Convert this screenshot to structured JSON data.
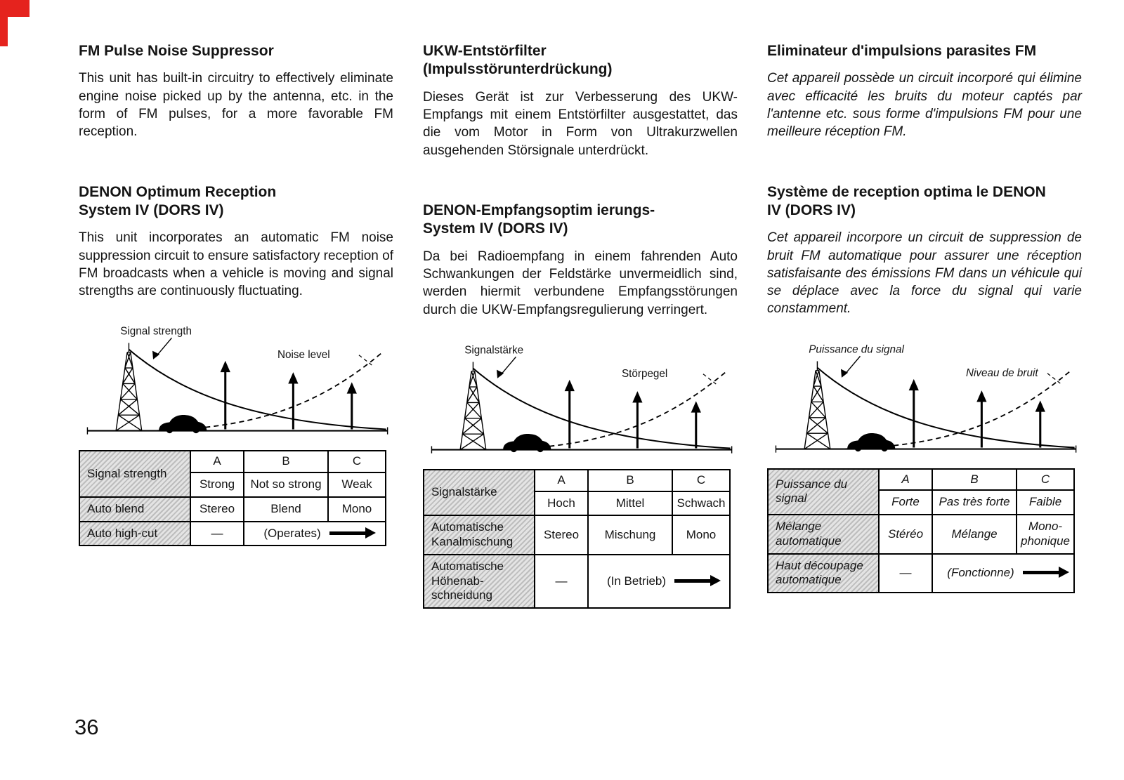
{
  "colors": {
    "accent_red": "#e5231e",
    "table_hatch_gray": "#cfcfcf"
  },
  "page_number": "36",
  "columns": [
    {
      "lang": "english",
      "section1": {
        "title": "FM Pulse Noise Suppressor",
        "body": "This unit has built-in circuitry to effectively eliminate engine noise picked up by the antenna, etc. in the form of FM pulses, for a more favorable FM reception."
      },
      "section2": {
        "title": "DENON Optimum Reception\nSystem IV (DORS IV)",
        "body": "This unit incorporates an automatic FM noise suppression circuit to ensure satisfactory reception of FM broadcasts when a vehicle is moving and signal strengths are continuously fluctuating."
      },
      "diagram": {
        "signal_label": "Signal strength",
        "noise_label": "Noise level"
      },
      "table": {
        "corner_label": "Signal strength",
        "col_headers": [
          "A",
          "B",
          "C"
        ],
        "strength_values": [
          "Strong",
          "Not so strong",
          "Weak"
        ],
        "row2_label": "Auto blend",
        "row2_values": [
          "Stereo",
          "Blend",
          "Mono"
        ],
        "row3_label": "Auto high-cut",
        "row3_dash": "—",
        "row3_value": "(Operates)"
      }
    },
    {
      "lang": "german",
      "section1": {
        "title": "UKW-Entstörfilter\n(Impulsstörunterdrückung)",
        "body": "Dieses Gerät ist zur Verbesserung des UKW-Empfangs mit einem Entstörfilter ausgestattet, das die vom Motor in Form von Ultrakurzwellen ausgehenden Störsignale unterdrückt."
      },
      "section2": {
        "title": "DENON-Empfangsoptim ierungs-\nSystem IV (DORS IV)",
        "body": "Da bei Radioempfang in einem fahrenden Auto Schwankungen der Feldstärke unvermeidlich sind, werden hiermit verbundene Empfangsstörungen durch die UKW-Empfangsregulierung verringert."
      },
      "diagram": {
        "signal_label": "Signalstärke",
        "noise_label": "Störpegel"
      },
      "table": {
        "corner_label": "Signalstärke",
        "col_headers": [
          "A",
          "B",
          "C"
        ],
        "strength_values": [
          "Hoch",
          "Mittel",
          "Schwach"
        ],
        "row2_label": "Automatische\nKanalmischung",
        "row2_values": [
          "Stereo",
          "Mischung",
          "Mono"
        ],
        "row3_label": "Automatische\nHöhenab-\nschneidung",
        "row3_dash": "—",
        "row3_value": "(In Betrieb)"
      }
    },
    {
      "lang": "french",
      "section1": {
        "title": "Eliminateur d'impulsions parasites FM",
        "body": "Cet appareil possède un circuit incorporé qui élimine avec efficacité les bruits du moteur captés par l'antenne etc. sous forme d'impulsions FM pour une meilleure réception FM."
      },
      "section2": {
        "title": "Système de reception optima le DENON\nIV (DORS IV)",
        "body": "Cet appareil incorpore un circuit de suppression de bruit FM automatique pour assurer une réception satisfaisante des émissions FM dans un véhicule qui se déplace avec la force du signal qui varie constamment."
      },
      "diagram": {
        "signal_label": "Puissance du signal",
        "noise_label": "Niveau de bruit"
      },
      "table": {
        "corner_label": "Puissance du\nsignal",
        "col_headers": [
          "A",
          "B",
          "C"
        ],
        "strength_values": [
          "Forte",
          "Pas très forte",
          "Faible"
        ],
        "row2_label": "Mélange\nautomatique",
        "row2_values": [
          "Stéréo",
          "Mélange",
          "Mono-\nphonique"
        ],
        "row3_label": "Haut découpage\nautomatique",
        "row3_dash": "—",
        "row3_value": "(Fonctionne)"
      }
    }
  ]
}
